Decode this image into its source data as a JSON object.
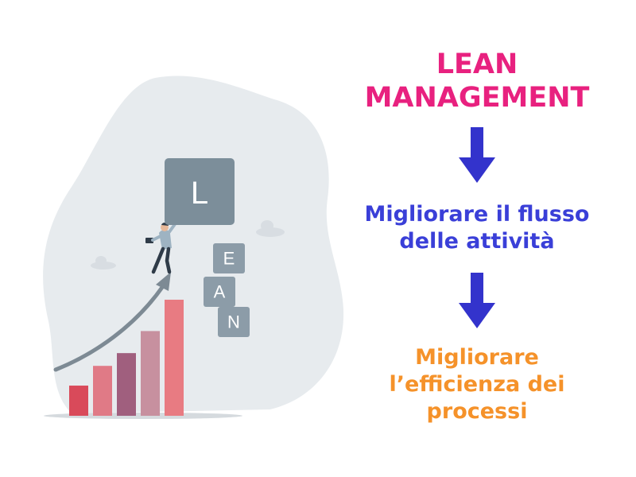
{
  "colors": {
    "title": "#e8217f",
    "step1": "#3a3fd8",
    "step2": "#f5922a",
    "arrow": "#3333cc",
    "blob": "#e7ebee",
    "cloud": "#d8dde2",
    "block": "#7c8e9a",
    "block_light": "#8c9ca8",
    "trend_arrow": "#7d8a94"
  },
  "illustration": {
    "letters": [
      "L",
      "E",
      "A",
      "N"
    ],
    "bar_levels": [
      0.26,
      0.43,
      0.54,
      0.73,
      1.0
    ],
    "bar_colors": [
      "#d94a5a",
      "#e07a86",
      "#a05f7e",
      "#c7909f",
      "#e87b82"
    ]
  },
  "flow": {
    "title_lines": [
      "LEAN",
      "MANAGEMENT"
    ],
    "step1_lines": [
      "Migliorare il flusso",
      "delle attività"
    ],
    "step2_lines": [
      "Migliorare",
      "l’efficienza dei",
      "processi"
    ]
  },
  "icons": [
    "down-arrow-icon",
    "down-arrow-icon"
  ]
}
